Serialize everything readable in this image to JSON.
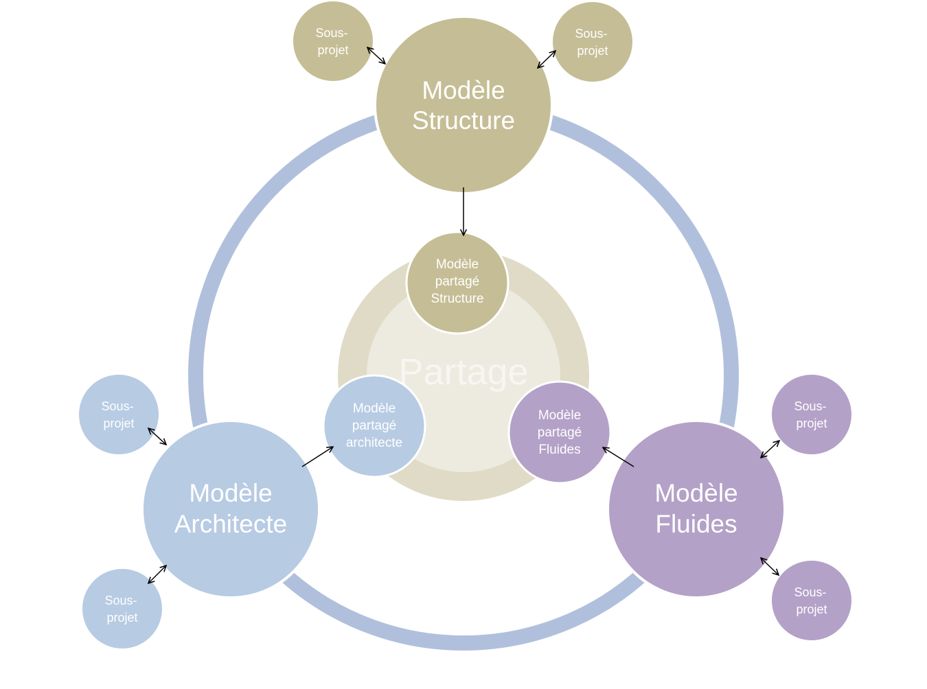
{
  "colors": {
    "ring": "#b0c0dc",
    "center_outer": "#e0dbc6",
    "center_inner": "#edeae0",
    "center_text": "#f7f6f2",
    "structure": "#c5bd95",
    "architecte": "#b7cbe3",
    "fluides": "#b3a1c7",
    "node_border": "#ffffff",
    "node_text": "#ffffff",
    "arrow": "#000000"
  },
  "center": {
    "label": "Partage"
  },
  "models": {
    "structure": {
      "line1": "Modèle",
      "line2": "Structure"
    },
    "architecte": {
      "line1": "Modèle",
      "line2": "Architecte"
    },
    "fluides": {
      "line1": "Modèle",
      "line2": "Fluides"
    }
  },
  "shared": {
    "structure": {
      "line1": "Modèle",
      "line2": "partagé",
      "line3": "Structure"
    },
    "architecte": {
      "line1": "Modèle",
      "line2": "partagé",
      "line3": "architecte"
    },
    "fluides": {
      "line1": "Modèle",
      "line2": "partagé",
      "line3": "Fluides"
    }
  },
  "subprojects": {
    "line1": "Sous-",
    "line2": "projet"
  }
}
